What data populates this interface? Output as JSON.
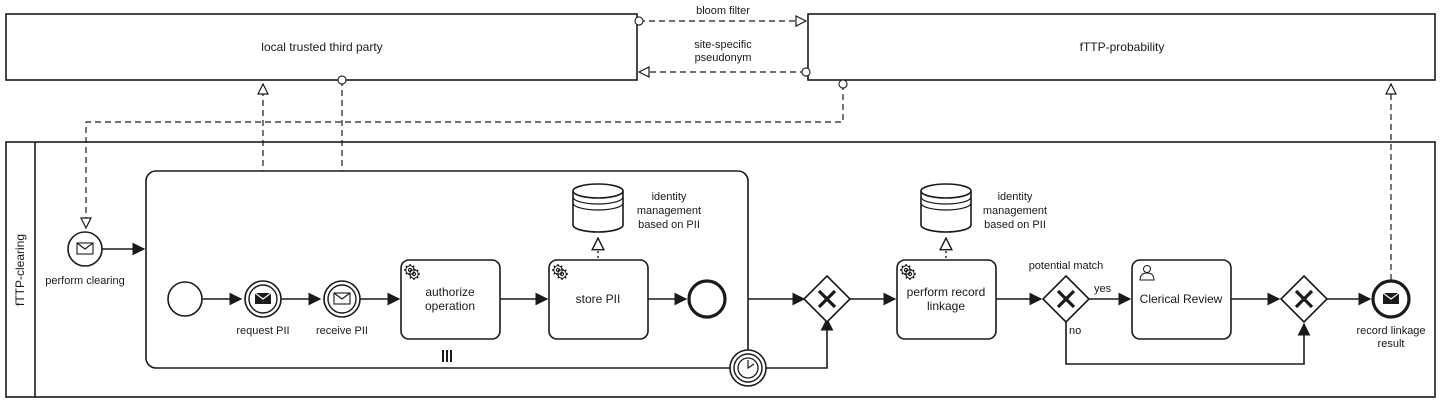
{
  "pools": {
    "ttp": "local trusted third party",
    "prob": "fTTP-probability",
    "clearing": "fTTP-clearing"
  },
  "messages": {
    "bloom": "bloom filter",
    "pseudo1": "site-specific",
    "pseudo2": "pseudonym"
  },
  "events": {
    "perform_clearing": "perform clearing",
    "request_pii": "request PII",
    "receive_pii": "receive PII",
    "record_linkage_1": "record linkage",
    "record_linkage_2": "result"
  },
  "tasks": {
    "authorize_1": "authorize",
    "authorize_2": "operation",
    "store": "store PII",
    "linkage_1": "perform record",
    "linkage_2": "linkage",
    "clerical": "Clerical Review"
  },
  "datastores": {
    "a_1": "identity",
    "a_2": "management",
    "a_3": "based on PII",
    "b_1": "identity",
    "b_2": "management",
    "b_3": "based on PII"
  },
  "gateways": {
    "potential_match": "potential match",
    "yes": "yes",
    "no": "no"
  }
}
